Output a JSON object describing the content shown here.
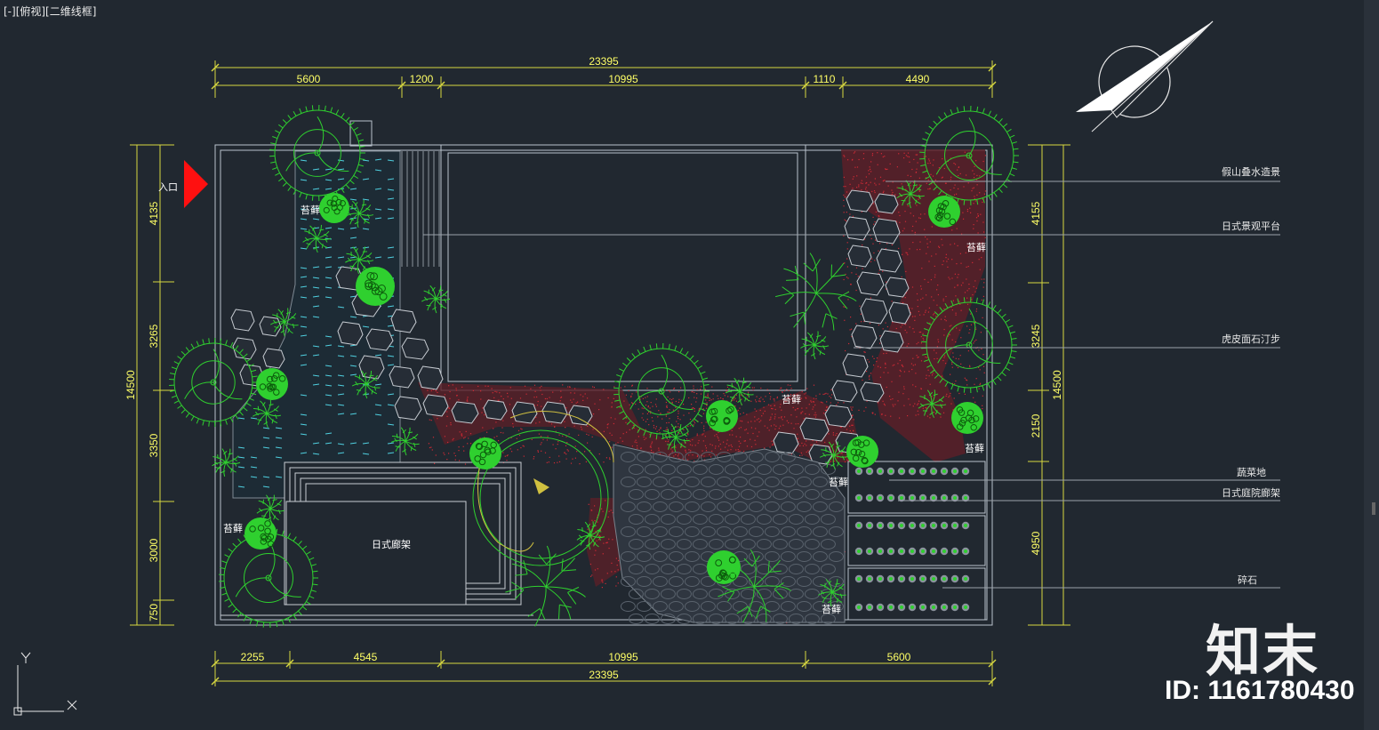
{
  "viewport": {
    "label": "[-][俯视][二维线框]"
  },
  "colors": {
    "background": "#212830",
    "dimension": "#ffff66",
    "plant": "#33ff33",
    "outline": "#b9c2cc",
    "gravel_red": "#b0202a",
    "water": "#4fd0e0",
    "entrance_marker": "#ff1010"
  },
  "dimensions": {
    "top_total": "23395",
    "top_segments": [
      "5600",
      "1200",
      "10995",
      "1110",
      "4490"
    ],
    "bottom_segments": [
      "2255",
      "4545",
      "10995",
      "5600"
    ],
    "bottom_total": "23395",
    "left_segments": [
      "4135",
      "3265",
      "3350",
      "3000",
      "750"
    ],
    "left_total": "14500",
    "right_segments": [
      "4155",
      "3245",
      "2150",
      "4950"
    ],
    "right_total": "14500"
  },
  "plan_labels": {
    "entrance": "入口",
    "moss": "苔藓",
    "pavilion": "日式廊架"
  },
  "callouts": [
    "假山叠水造景",
    "日式景观平台",
    "虎皮面石汀步",
    "蔬菜地",
    "日式庭院廊架",
    "碎石"
  ],
  "watermark": {
    "brand": "知末",
    "id_text": "ID: 1161780430"
  },
  "icons": {
    "north_arrow": "north-arrow-icon",
    "ucs": "ucs-axis-icon"
  }
}
